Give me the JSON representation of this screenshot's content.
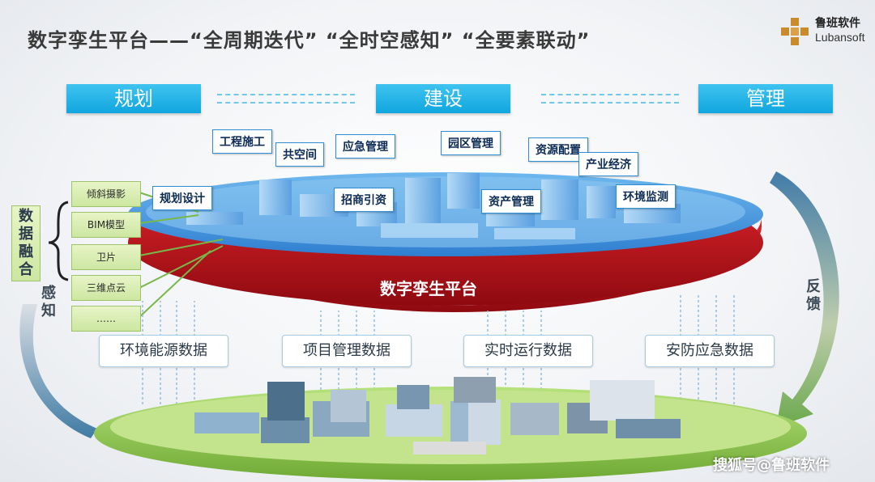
{
  "title": "数字孪生平台——“全周期迭代” “全时空感知” “全要素联动”",
  "logo": {
    "cn": "鲁班软件",
    "en": "Lubansoft"
  },
  "phases": [
    "规划",
    "建设",
    "管理"
  ],
  "platform_label": "数字孪生平台",
  "business_labels": [
    "工程施工",
    "共空间",
    "应急管理",
    "园区管理",
    "资源配置",
    "产业经济",
    "规划设计",
    "招商引资",
    "资产管理",
    "环境监测"
  ],
  "fusion": {
    "title": "数据融合",
    "items": [
      "倾斜摄影",
      "BIM模型",
      "卫片",
      "三维点云",
      "……"
    ]
  },
  "perception": "感知",
  "feedback": "反馈",
  "data_sources": [
    "环境能源数据",
    "项目管理数据",
    "实时运行数据",
    "安防应急数据"
  ],
  "watermark": "搜狐号@鲁班软件",
  "colors": {
    "phase": "#1aaee3",
    "platform_red": "#c8101a",
    "platform_blue": "#2f7fd0",
    "fusion_green": "#cde7a1"
  }
}
